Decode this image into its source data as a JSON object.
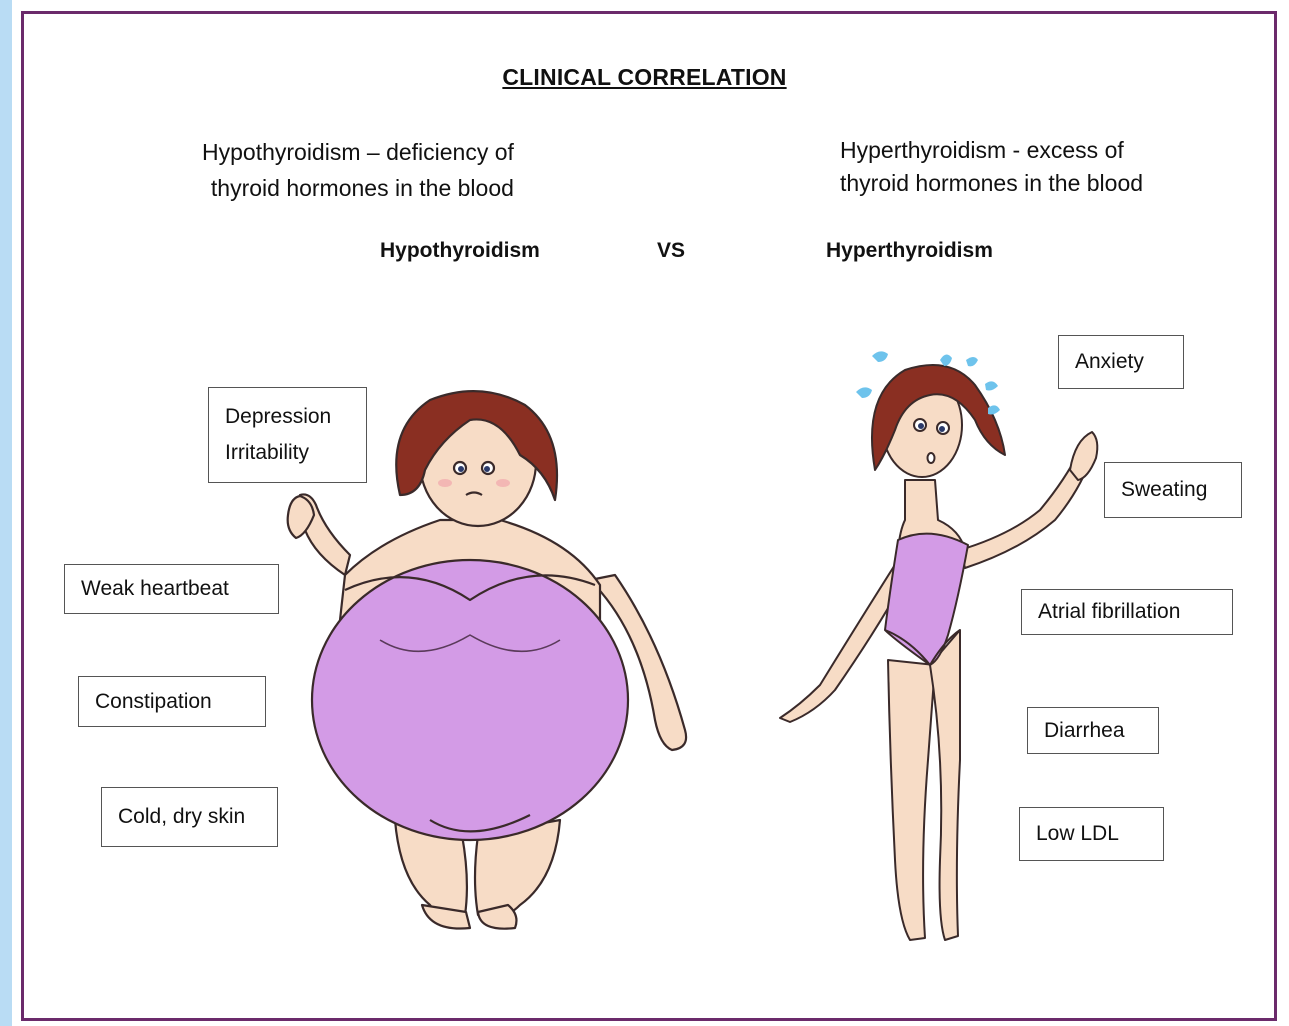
{
  "title": "CLINICAL CORRELATION",
  "left_description": [
    "Hypothyroidism – deficiency of",
    "thyroid hormones in the blood"
  ],
  "right_description": [
    "Hyperthyroidism - excess of",
    "thyroid hormones in the blood"
  ],
  "headings": {
    "left": "Hypothyroidism",
    "vs": "VS",
    "right": "Hyperthyroidism"
  },
  "hypo_symptoms": {
    "mood": [
      "Depression",
      "Irritability"
    ],
    "heart": "Weak heartbeat",
    "bowel": "Constipation",
    "skin": "Cold, dry skin"
  },
  "hyper_symptoms": {
    "mood": "Anxiety",
    "sweat": "Sweating",
    "heart": "Atrial fibrillation",
    "bowel": "Diarrhea",
    "lipid": "Low LDL"
  },
  "colors": {
    "frame": "#6b2a6b",
    "swimsuit": "#d39be6",
    "skin": "#f7dcc6",
    "hair": "#8a2f22",
    "sweat_drops": "#6ec3ec",
    "side_strip": "#b9dcf4"
  }
}
